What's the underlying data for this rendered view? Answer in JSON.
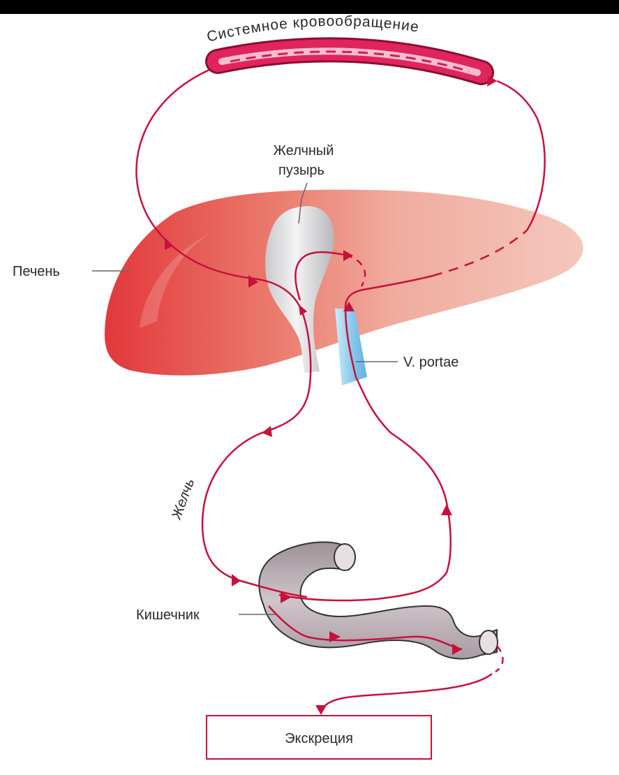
{
  "labels": {
    "systemic_circulation": "Системное кровообращение",
    "gallbladder_line1": "Желчный",
    "gallbladder_line2": "пузырь",
    "liver": "Печень",
    "portal_vein": "V. portae",
    "bile": "Желчь",
    "intestine": "Кишечник",
    "excretion": "Экскреция"
  },
  "colors": {
    "flow_arrow": "#c8103c",
    "vessel": "#d81b50",
    "liver_dark": "#e2403f",
    "liver_light": "#f2b8aa",
    "gallbladder": "#d9d9dc",
    "portal_vein": "#9fd3ef",
    "intestine": "#b9adb3"
  }
}
